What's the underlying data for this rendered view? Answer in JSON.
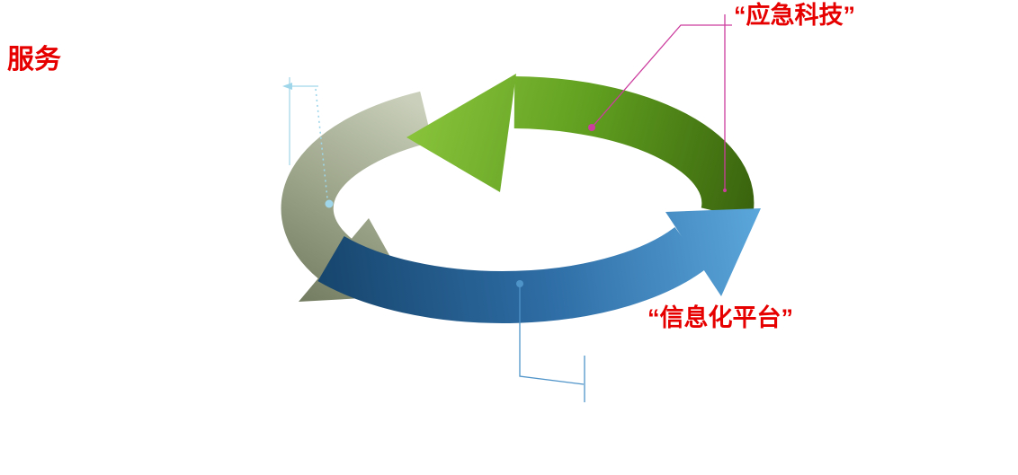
{
  "page": {
    "background": "#ffffff",
    "description": "three-arrow cycle diagram with red Chinese callout labels"
  },
  "labels": {
    "service": {
      "text": "服务",
      "color": "#e60000"
    },
    "emergency_tech": {
      "text": "“应急科技”",
      "color": "#e60000"
    },
    "info_platform": {
      "text": "“信息化平台”",
      "color": "#e60000"
    }
  },
  "arrows": {
    "green": {
      "meaning": "emergency-tech segment, top, pointing left (counterclockwise)",
      "color_light": "#8ac43c",
      "color_mid": "#5f9e1f",
      "color_dark": "#3a640e"
    },
    "blue": {
      "meaning": "info-platform segment, bottom, pointing up-right (counterclockwise)",
      "color_dark": "#17466e",
      "color_mid": "#2e6da5",
      "color_light": "#5ba7dc"
    },
    "gray": {
      "meaning": "service segment, left side, pointing down-right (counterclockwise)",
      "color_light": "#c9cfba",
      "color_mid": "#9aa287",
      "color_dark": "#737c61"
    }
  },
  "callouts": {
    "emergency": {
      "color": "#cc3d9e"
    },
    "service": {
      "color": "#9fd6ea"
    },
    "platform": {
      "color": "#4f94c9"
    }
  }
}
